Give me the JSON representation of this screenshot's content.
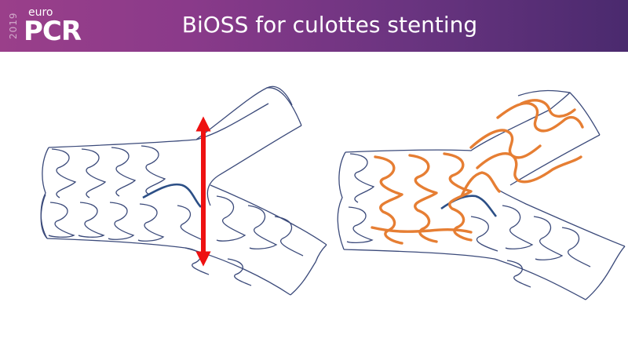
{
  "header": {
    "title": "BiOSS for culottes stenting",
    "logo": {
      "year": "2019",
      "brand_small": "euro",
      "brand_large": "PCR"
    }
  },
  "colors": {
    "header_gradient": [
      "#9a3f8a",
      "#4a2a6e"
    ],
    "vessel_outline": "#3b4a7a",
    "side_stent_wire": "#2c4f86",
    "arrow": "#ee1111",
    "stent_orange": "#e67e33"
  },
  "diagrams": [
    {
      "id": "left",
      "elements": [
        "main-branch-vessel",
        "side-branch-vessel",
        "side-branch-wire",
        "red-double-arrow"
      ]
    },
    {
      "id": "right",
      "elements": [
        "main-branch-vessel",
        "side-branch-vessel",
        "side-branch-wire",
        "orange-stent-main",
        "orange-stent-side"
      ]
    }
  ]
}
